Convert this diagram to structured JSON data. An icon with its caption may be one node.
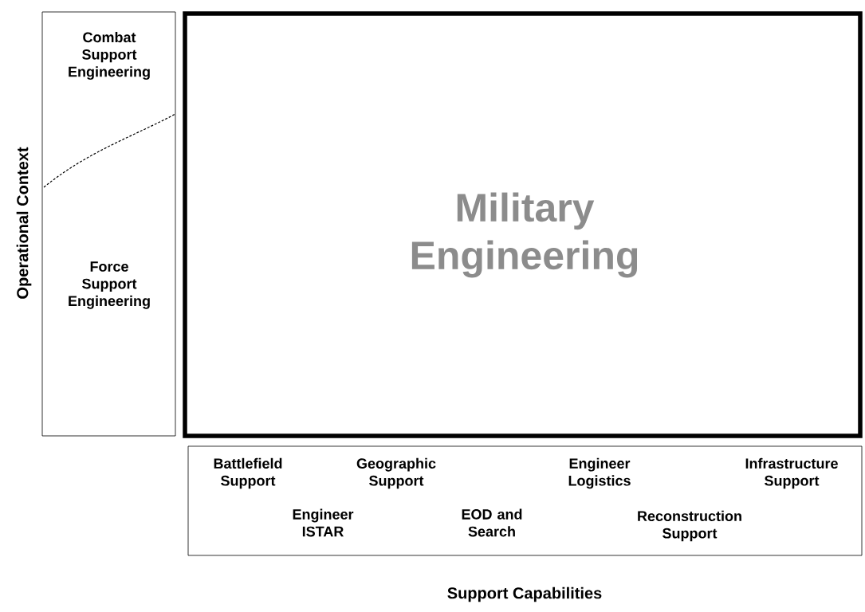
{
  "diagram": {
    "nodes": [
      {
        "text": [
          "Combat Support Engineering",
          "Force Support Engineering"
        ]
      },
      {
        "text": [
          "Military Engineering"
        ]
      },
      {
        "text": [
          "Battlefield Support",
          "Engineer ISTAR",
          "Geographic Support",
          "EOD and Search",
          "Engineer Logistics",
          "Reconstruction Support",
          "Infrastructure Support"
        ]
      }
    ],
    "edges": [],
    "labels": [
      "Operational Context",
      "Support Capabilities"
    ]
  }
}
